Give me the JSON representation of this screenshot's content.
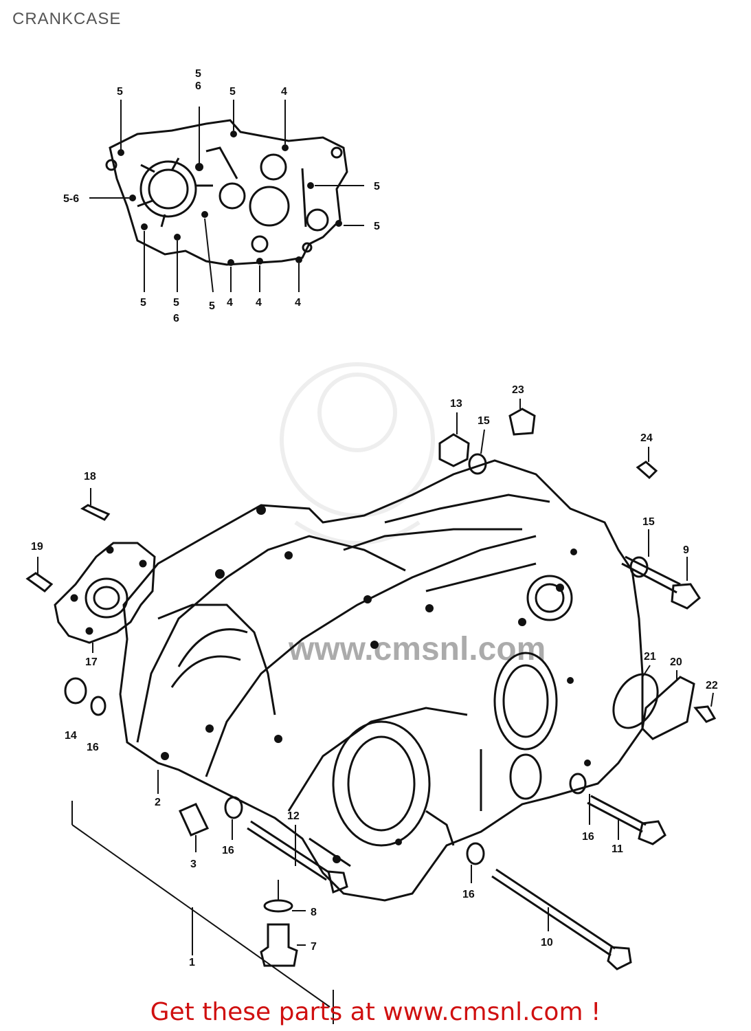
{
  "title": "CRANKCASE",
  "footer": "Get these parts at www.cmsnl.com !",
  "watermark": "www.cmsnl.com",
  "colors": {
    "line": "#111111",
    "footer": "#d01010",
    "watermark": "#dddddd"
  },
  "callouts": {
    "top_left_1": "5",
    "top_5_6_a": "5",
    "top_5_6_b": "6",
    "top_5_b": "5",
    "top_4_a": "4",
    "top_5_right_a": "5",
    "top_5_right_b": "5",
    "top_5_6_left": "5-6",
    "bot_5_a": "5",
    "bot_5_6_a": "5",
    "bot_5_6_b": "6",
    "bot_5_b": "5",
    "bot_4_a": "4",
    "bot_4_b": "4",
    "bot_4_c": "4",
    "p1": "1",
    "p2": "2",
    "p3": "3",
    "p7": "7",
    "p8": "8",
    "p9": "9",
    "p10": "10",
    "p11": "11",
    "p12": "12",
    "p13": "13",
    "p14": "14",
    "p15a": "15",
    "p15b": "15",
    "p16a": "16",
    "p16b": "16",
    "p16c": "16",
    "p16d": "16",
    "p17": "17",
    "p18": "18",
    "p19": "19",
    "p20": "20",
    "p21": "21",
    "p22": "22",
    "p23": "23",
    "p24": "24"
  }
}
